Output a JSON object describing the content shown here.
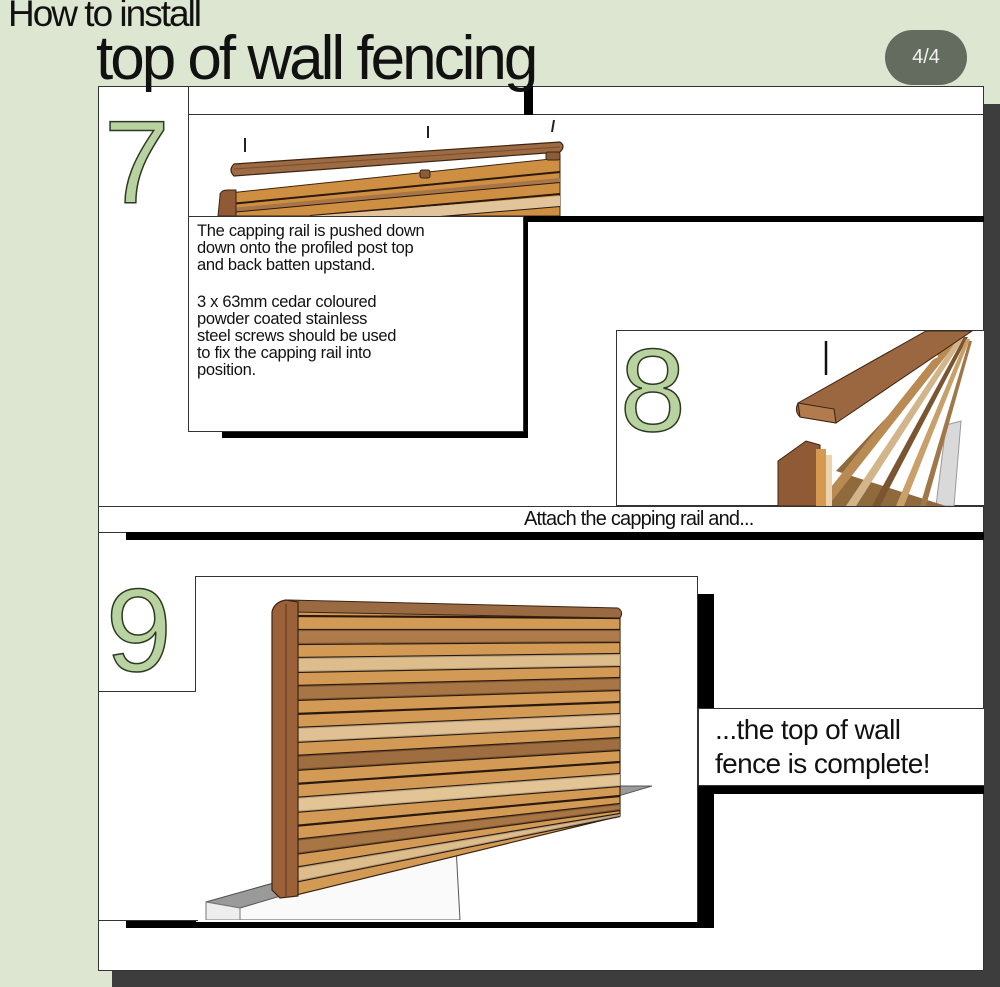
{
  "header": {
    "title_line1": "How to install",
    "title_line2": "top of wall fencing",
    "page_indicator": "4/4"
  },
  "steps": [
    {
      "number": "7",
      "illustration": "capping-rail-above-fence-panel",
      "paragraphs": [
        "The capping rail is pushed down down onto the profiled post top and back batten upstand.",
        "3 x 63mm cedar coloured powder coated stainless steel screws should be used to fix the capping rail into position."
      ],
      "lines": [
        [
          "The capping rail is pushed down",
          "down onto the profiled post top",
          "and back batten upstand."
        ],
        [
          "3 x 63mm cedar coloured",
          "powder coated stainless",
          "steel screws should be used",
          "to fix the capping rail into",
          "position."
        ]
      ]
    },
    {
      "number": "8",
      "illustration": "capping-rail-closeup-with-screw",
      "caption": "Attach the capping rail and..."
    },
    {
      "number": "9",
      "illustration": "completed-slatted-fence-on-wall",
      "caption_lines": [
        "...the top of wall",
        "fence is complete!"
      ]
    }
  ],
  "colors": {
    "background": "#dde6d0",
    "number_fill": "#b9d3a0",
    "badge": "#646b5f",
    "backdrop": "#3d3d3d"
  }
}
